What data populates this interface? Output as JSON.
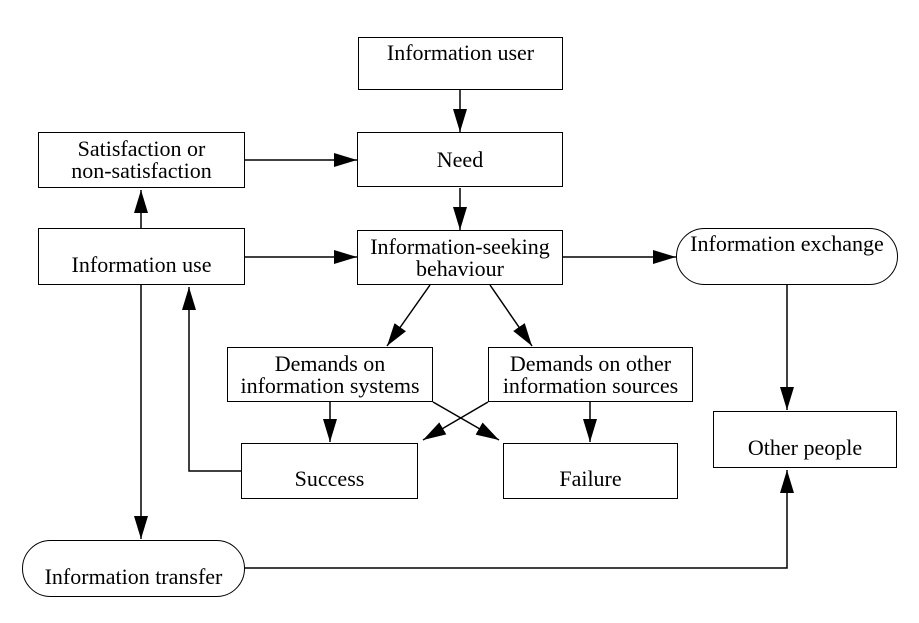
{
  "diagram": {
    "background_color": "#ffffff",
    "line_color": "#000000",
    "text_color": "#000000",
    "nodes": {
      "information_user": {
        "label": "Information user",
        "shape": "rect"
      },
      "need": {
        "label": "Need",
        "shape": "rect"
      },
      "satisfaction": {
        "label": "Satisfaction or\nnon-satisfaction",
        "shape": "rect"
      },
      "information_use": {
        "label": "Information use",
        "shape": "rect"
      },
      "information_seeking_behaviour": {
        "label": "Information-seeking\nbehaviour",
        "shape": "rect"
      },
      "information_exchange": {
        "label": "Information exchange",
        "shape": "stadium"
      },
      "demands_on_information_systems": {
        "label": "Demands on\ninformation systems",
        "shape": "rect"
      },
      "demands_on_other_information_sources": {
        "label": "Demands on other\ninformation sources",
        "shape": "rect"
      },
      "success": {
        "label": "Success",
        "shape": "rect"
      },
      "failure": {
        "label": "Failure",
        "shape": "rect"
      },
      "other_people": {
        "label": "Other people",
        "shape": "rect"
      },
      "information_transfer": {
        "label": "Information transfer",
        "shape": "stadium"
      }
    },
    "edges": [
      {
        "from": "information_user",
        "to": "need"
      },
      {
        "from": "satisfaction",
        "to": "need"
      },
      {
        "from": "need",
        "to": "information_seeking_behaviour"
      },
      {
        "from": "information_use",
        "to": "satisfaction"
      },
      {
        "from": "information_use",
        "to": "information_seeking_behaviour"
      },
      {
        "from": "information_seeking_behaviour",
        "to": "information_exchange"
      },
      {
        "from": "information_seeking_behaviour",
        "to": "demands_on_information_systems"
      },
      {
        "from": "information_seeking_behaviour",
        "to": "demands_on_other_information_sources"
      },
      {
        "from": "demands_on_information_systems",
        "to": "success"
      },
      {
        "from": "demands_on_information_systems",
        "to": "failure"
      },
      {
        "from": "demands_on_other_information_sources",
        "to": "failure"
      },
      {
        "from": "demands_on_other_information_sources",
        "to": "success"
      },
      {
        "from": "success",
        "to": "information_use"
      },
      {
        "from": "information_use",
        "to": "information_transfer"
      },
      {
        "from": "information_exchange",
        "to": "other_people"
      },
      {
        "from": "information_transfer",
        "to": "other_people"
      }
    ]
  }
}
